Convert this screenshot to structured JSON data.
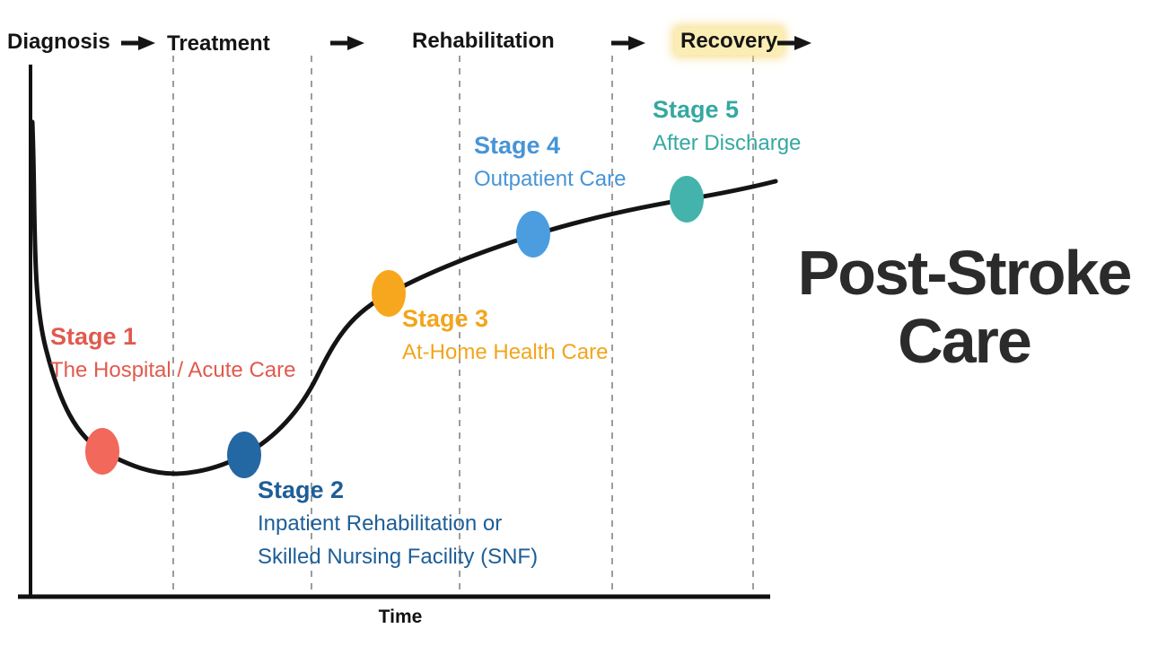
{
  "flow": {
    "steps": [
      {
        "label": "Diagnosis",
        "highlighted": false
      },
      {
        "label": "Treatment",
        "highlighted": false
      },
      {
        "label": "Rehabilitation",
        "highlighted": false
      },
      {
        "label": "Recovery",
        "highlighted": true
      }
    ],
    "text_color": "#151515",
    "highlight_color": "#fbeeb4"
  },
  "stages": [
    {
      "name": "Stage 1",
      "lines": [
        "The Hospital / Acute Care"
      ],
      "text_color": "#e05a4e",
      "dot_color": "#f2685a"
    },
    {
      "name": "Stage 2",
      "lines": [
        "Inpatient Rehabilitation or",
        "Skilled Nursing Facility (SNF)"
      ],
      "text_color": "#1d5e97",
      "dot_color": "#2368a2"
    },
    {
      "name": "Stage 3",
      "lines": [
        "At-Home Health Care"
      ],
      "text_color": "#f2a51c",
      "dot_color": "#f7a71d"
    },
    {
      "name": "Stage 4",
      "lines": [
        "Outpatient Care"
      ],
      "text_color": "#4795d6",
      "dot_color": "#4b9ddf"
    },
    {
      "name": "Stage 5",
      "lines": [
        "After Discharge"
      ],
      "text_color": "#35a8a2",
      "dot_color": "#43b3ac"
    }
  ],
  "title": {
    "line1": "Post-Stroke",
    "line2": "Care",
    "color": "#2b2b2b"
  },
  "axis": {
    "x_label": "Time",
    "color": "#111111"
  },
  "curve": {
    "color": "#141414"
  },
  "gridlines": {
    "color": "#9c9c9c"
  }
}
